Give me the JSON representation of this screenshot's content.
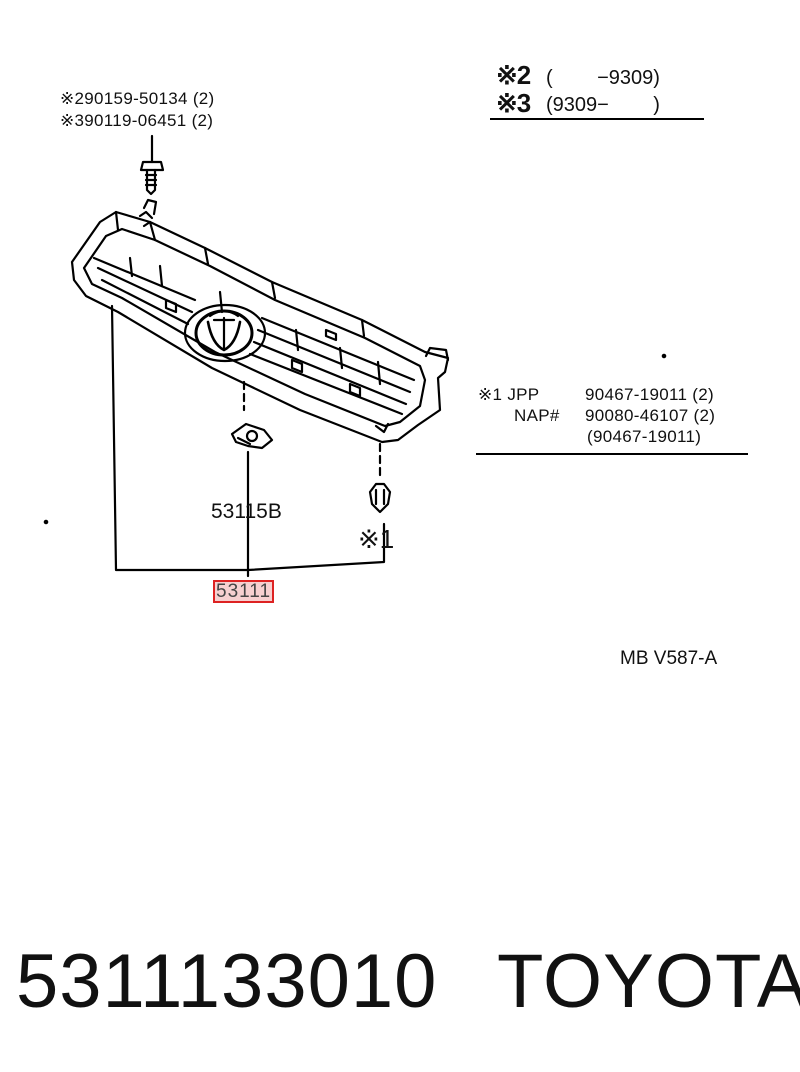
{
  "header_notes": {
    "note2_mark": "※2",
    "note2_range": "(        −9309)",
    "note3_mark": "※3",
    "note3_range": "(9309−        )"
  },
  "fastener_callouts": [
    "※290159-50134 (2)",
    "※390119-06451 (2)"
  ],
  "clip_note": {
    "row1_mark": "※1 JPP",
    "row1_part": "90467-19011 (2)",
    "row2_mark": "NAP#",
    "row2_part": "90080-46107 (2)",
    "row3_part": "(90467-19011)"
  },
  "labels": {
    "bracket_part": "53115B",
    "clip_ref": "※1",
    "grille_part": "53111",
    "diagram_code": "MB V587-A"
  },
  "footer": {
    "part_number": "5311133010",
    "brand": "TOYOTA"
  },
  "colors": {
    "highlight_border": "#d22222",
    "highlight_fill": "#e67878",
    "ink": "#000000"
  }
}
